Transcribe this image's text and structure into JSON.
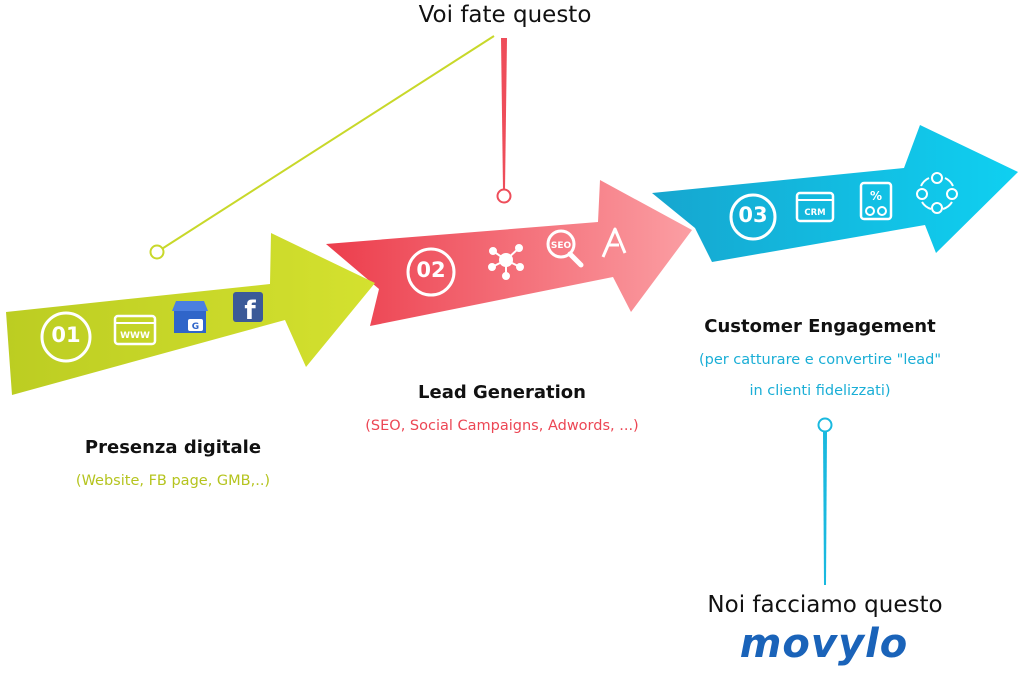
{
  "top_heading": "Voi fate questo",
  "bottom_heading": "Noi facciamo questo",
  "logo_text": "movylo",
  "colors": {
    "stage1": "#c8d82a",
    "stage2": "#ee4d5a",
    "stage3": "#1ab9df",
    "logo": "#1a63b9",
    "logo_accent": "#f3a21b"
  },
  "stages": [
    {
      "number": "01",
      "title": "Presenza digitale",
      "subtitle": "(Website, FB page, GMB,..)",
      "icons": [
        "website-icon",
        "google-my-business-icon",
        "facebook-icon"
      ]
    },
    {
      "number": "02",
      "title": "Lead Generation",
      "subtitle": "(SEO, Social Campaigns, Adwords, ...)",
      "icons": [
        "network-icon",
        "seo-magnifier-icon",
        "adwords-icon"
      ]
    },
    {
      "number": "03",
      "title": "Customer Engagement",
      "subtitle_line1": "(per catturare e convertire \"lead\"",
      "subtitle_line2": "in clienti fidelizzati)",
      "icons": [
        "crm-icon",
        "coupon-icon",
        "customer-cycle-icon"
      ],
      "icon_labels": {
        "crm": "CRM",
        "coupon": "%"
      }
    }
  ]
}
